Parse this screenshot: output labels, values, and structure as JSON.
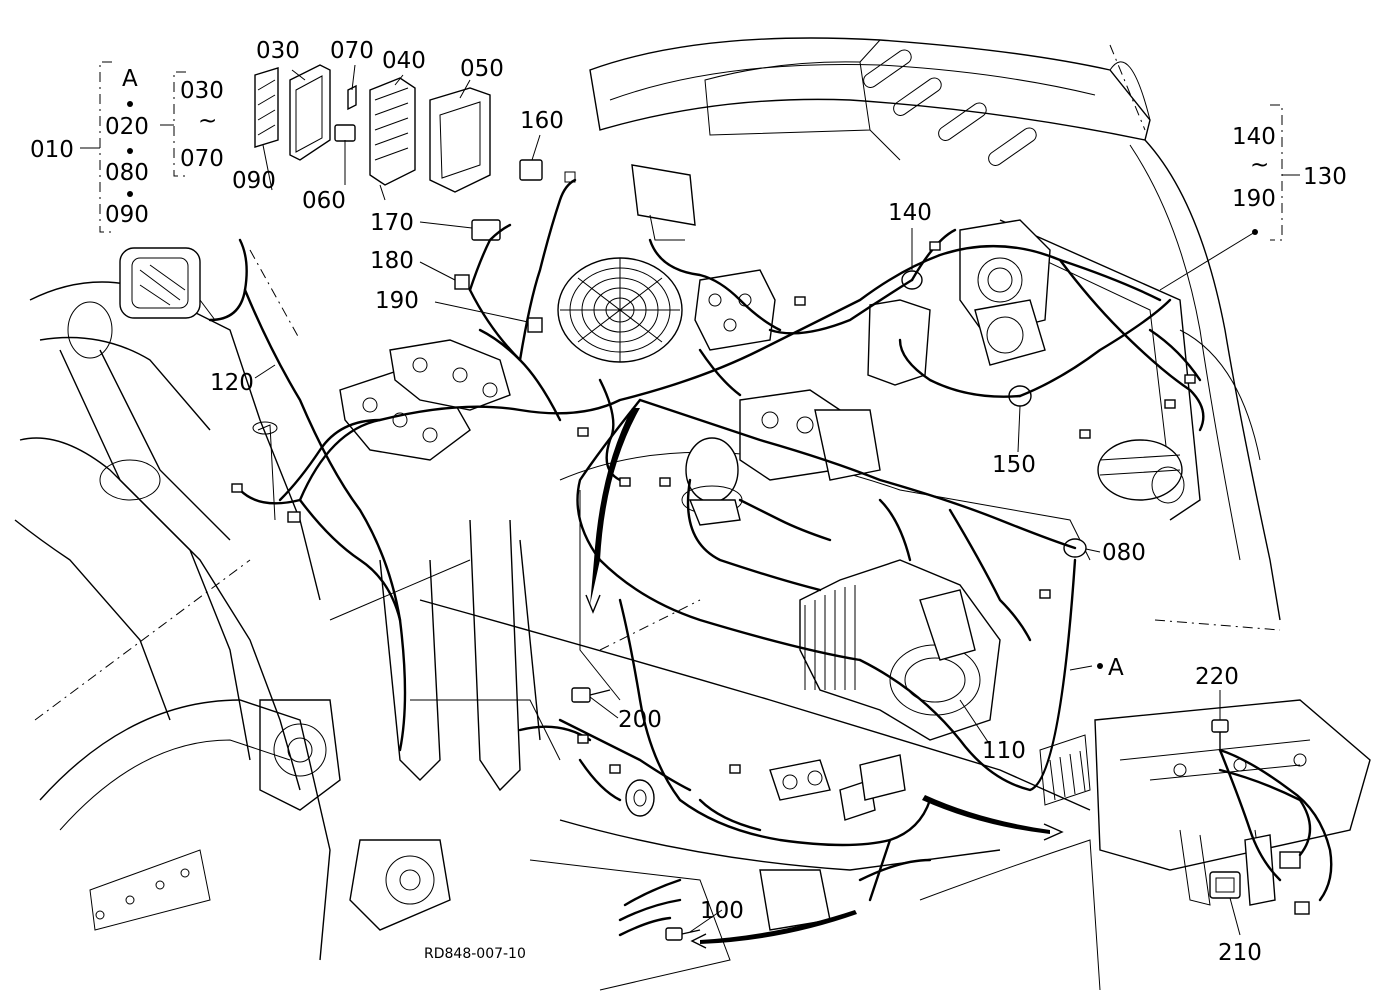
{
  "drawing_code": "RD848-007-10",
  "callouts": {
    "c010": "010",
    "c020": "020",
    "c030": "030",
    "c030b": "030",
    "c040": "040",
    "c050": "050",
    "c060": "060",
    "c070": "070",
    "c070b": "070",
    "c080": "080",
    "c080b": "080",
    "c090": "090",
    "c090b": "090",
    "c100": "100",
    "c110": "110",
    "c120": "120",
    "c130": "130",
    "c140": "140",
    "c140b": "140",
    "c150": "150",
    "c160": "160",
    "c170": "170",
    "c180": "180",
    "c190": "190",
    "c190b": "190",
    "c200": "200",
    "c210": "210",
    "c220": "220",
    "refA": "A",
    "refA2": "A",
    "tilde1": "~",
    "tilde2": "~"
  }
}
